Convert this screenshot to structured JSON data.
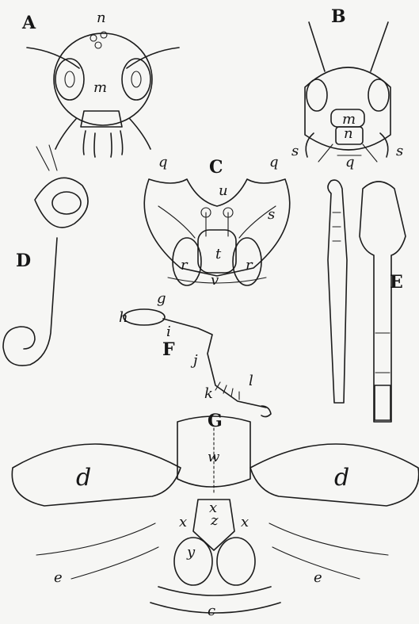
{
  "figure_letters": {
    "A": "A",
    "B": "B",
    "C": "C",
    "D": "D",
    "E": "E",
    "F": "F",
    "G": "G"
  },
  "part_letters": {
    "n": "n",
    "m": "m",
    "q": "q",
    "s": "s",
    "u": "u",
    "t": "t",
    "r": "r",
    "v": "v",
    "g": "g",
    "h": "h",
    "i": "i",
    "j": "j",
    "k": "k",
    "l": "l",
    "w": "w",
    "d": "d",
    "x": "x",
    "z": "z",
    "y": "y",
    "e": "e",
    "c": "c"
  }
}
